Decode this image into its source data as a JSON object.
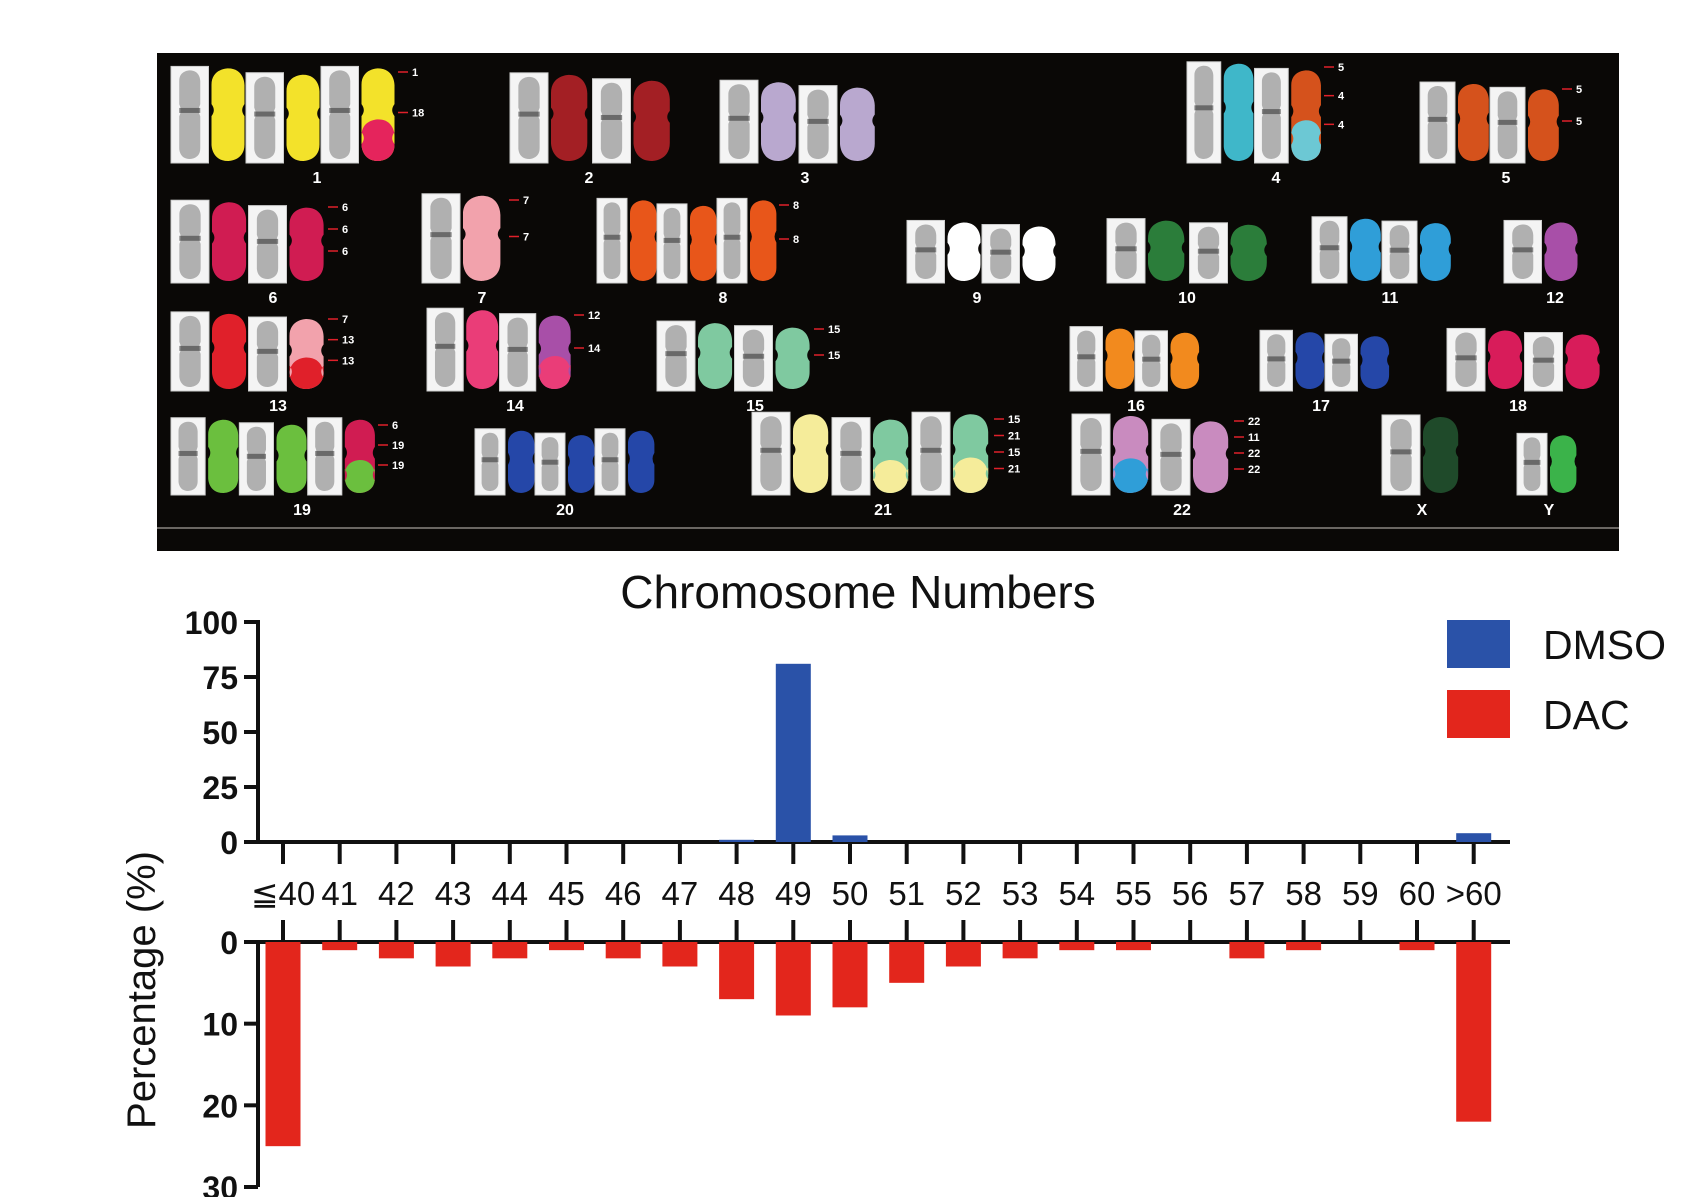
{
  "karyotype": {
    "background": "#0a0806",
    "groups": [
      {
        "label": "1",
        "chroms": [
          {
            "color": "#f3e22a"
          },
          {
            "color": "#f3e22a"
          },
          {
            "color": "#f3e22a",
            "color2": "#e5245c"
          }
        ],
        "marks": [
          "1",
          "18"
        ]
      },
      {
        "label": "2",
        "chroms": [
          {
            "color": "#a31f24"
          },
          {
            "color": "#a31f24"
          }
        ],
        "marks": []
      },
      {
        "label": "3",
        "chroms": [
          {
            "color": "#b9a8cf"
          },
          {
            "color": "#b9a8cf"
          }
        ],
        "marks": []
      },
      {
        "label": "4",
        "chroms": [
          {
            "color": "#3fb7c9"
          },
          {
            "color": "#d5521c",
            "color2": "#6cc8d4"
          }
        ],
        "marks": [
          "5",
          "4",
          "4"
        ]
      },
      {
        "label": "5",
        "chroms": [
          {
            "color": "#d5521c"
          },
          {
            "color": "#d5521c"
          }
        ],
        "marks": [
          "5",
          "5"
        ]
      },
      {
        "label": "6",
        "chroms": [
          {
            "color": "#d01c52"
          },
          {
            "color": "#d01c52"
          }
        ],
        "marks": [
          "6",
          "6",
          "6"
        ]
      },
      {
        "label": "7",
        "chroms": [
          {
            "color": "#f2a2ac"
          }
        ],
        "marks": [
          "7",
          "7"
        ]
      },
      {
        "label": "8",
        "chroms": [
          {
            "color": "#e8561a"
          },
          {
            "color": "#e8561a"
          },
          {
            "color": "#e8561a"
          }
        ],
        "marks": [
          "8",
          "8"
        ]
      },
      {
        "label": "9",
        "chroms": [
          {
            "color": "#ffffff"
          },
          {
            "color": "#ffffff"
          }
        ],
        "marks": []
      },
      {
        "label": "10",
        "chroms": [
          {
            "color": "#2b7d3a"
          },
          {
            "color": "#2b7d3a"
          }
        ],
        "marks": []
      },
      {
        "label": "11",
        "chroms": [
          {
            "color": "#2f9ed8"
          },
          {
            "color": "#2f9ed8"
          }
        ],
        "marks": []
      },
      {
        "label": "12",
        "chroms": [
          {
            "color": "#a84fa8"
          }
        ],
        "marks": []
      },
      {
        "label": "13",
        "chroms": [
          {
            "color": "#e0202a"
          },
          {
            "color": "#f2a2ac",
            "color2": "#e0202a"
          }
        ],
        "marks": [
          "7",
          "13",
          "13"
        ]
      },
      {
        "label": "14",
        "chroms": [
          {
            "color": "#ea3d78"
          },
          {
            "color": "#a84fa8",
            "color2": "#ea3d78"
          }
        ],
        "marks": [
          "12",
          "14"
        ]
      },
      {
        "label": "15",
        "chroms": [
          {
            "color": "#7fc9a0"
          },
          {
            "color": "#7fc9a0"
          }
        ],
        "marks": [
          "15",
          "15"
        ]
      },
      {
        "label": "16",
        "chroms": [
          {
            "color": "#f28a1e"
          },
          {
            "color": "#f28a1e"
          }
        ],
        "marks": []
      },
      {
        "label": "17",
        "chroms": [
          {
            "color": "#2547a8"
          },
          {
            "color": "#2547a8"
          }
        ],
        "marks": []
      },
      {
        "label": "18",
        "chroms": [
          {
            "color": "#d81c5a"
          },
          {
            "color": "#d81c5a"
          }
        ],
        "marks": []
      },
      {
        "label": "19",
        "chroms": [
          {
            "color": "#6bbf3e"
          },
          {
            "color": "#6bbf3e"
          },
          {
            "color": "#d01c52",
            "color2": "#6bbf3e"
          }
        ],
        "marks": [
          "6",
          "19",
          "19"
        ]
      },
      {
        "label": "20",
        "chroms": [
          {
            "color": "#2547a8"
          },
          {
            "color": "#2547a8"
          },
          {
            "color": "#2547a8"
          }
        ],
        "marks": []
      },
      {
        "label": "21",
        "chroms": [
          {
            "color": "#f5ec9a"
          },
          {
            "color": "#7fc9a0",
            "color2": "#f5ec9a"
          },
          {
            "color": "#7fc9a0",
            "color2": "#f5ec9a"
          }
        ],
        "marks": [
          "15",
          "21",
          "15",
          "21"
        ]
      },
      {
        "label": "22",
        "chroms": [
          {
            "color": "#c98bbf",
            "color2": "#2f9ed8"
          },
          {
            "color": "#c98bbf"
          }
        ],
        "marks": [
          "22",
          "11",
          "22",
          "22"
        ]
      },
      {
        "label": "X",
        "chroms": [
          {
            "color": "#1f4a2a"
          }
        ],
        "marks": []
      },
      {
        "label": "Y",
        "chroms": [
          {
            "color": "#3bb34a"
          }
        ],
        "marks": []
      }
    ]
  },
  "chart_data": {
    "type": "bar",
    "title": "Chromosome Numbers",
    "ylabel": "Percentage (%)",
    "categories": [
      "≦40",
      "41",
      "42",
      "43",
      "44",
      "45",
      "46",
      "47",
      "48",
      "49",
      "50",
      "51",
      "52",
      "53",
      "54",
      "55",
      "56",
      "57",
      "58",
      "59",
      "60",
      ">60"
    ],
    "series": [
      {
        "name": "DMSO",
        "color": "#2a52a8",
        "direction": "up",
        "ylim": [
          0,
          100
        ],
        "yticks": [
          "0",
          "25",
          "50",
          "75",
          "100"
        ],
        "values": [
          0,
          0,
          0,
          0,
          0,
          0,
          0,
          0,
          1,
          81,
          3,
          0,
          0,
          0,
          0,
          0,
          0,
          0,
          0,
          0,
          0,
          4
        ]
      },
      {
        "name": "DAC",
        "color": "#e3261c",
        "direction": "down",
        "ylim": [
          0,
          30
        ],
        "yticks": [
          "0",
          "10",
          "20",
          "30"
        ],
        "values": [
          25,
          1,
          2,
          3,
          2,
          1,
          2,
          3,
          7,
          9,
          8,
          5,
          3,
          2,
          1,
          1,
          0,
          2,
          1,
          0,
          1,
          22
        ]
      }
    ],
    "legend": "top-right"
  }
}
